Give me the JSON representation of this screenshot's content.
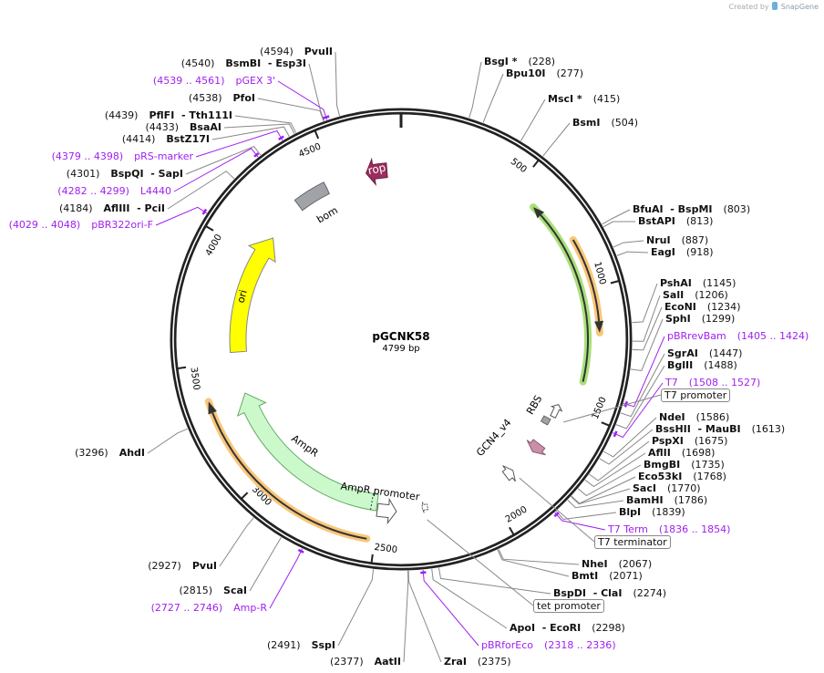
{
  "header": {
    "created_by": "Created by",
    "brand": "SnapGene"
  },
  "plasmid": {
    "name": "pGCNK58",
    "length_label": "4799 bp",
    "length": 4799
  },
  "colors": {
    "ring": "#222222",
    "primer": "#a020f0",
    "ori": "#ffff00",
    "ampr": "#ccf9cc",
    "rop": "#9b2d5f",
    "bom": "#a0a4a8",
    "gcn4": "#c98fa8",
    "orange_highlight": "#f9c77a",
    "green_highlight": "#a8e07a"
  },
  "tick_labels": [
    "500",
    "1000",
    "1500",
    "2000",
    "2500",
    "3000",
    "3500",
    "4000",
    "4500"
  ],
  "enzymes": [
    {
      "name": "BsgI *",
      "pos": "228"
    },
    {
      "name": "Bpu10I",
      "pos": "277"
    },
    {
      "name": "MscI *",
      "pos": "415"
    },
    {
      "name": "BsmI",
      "pos": "504"
    },
    {
      "name": "BfuAI  - BspMI",
      "pos": "803"
    },
    {
      "name": "BstAPI",
      "pos": "813"
    },
    {
      "name": "NruI",
      "pos": "887"
    },
    {
      "name": "EagI",
      "pos": "918"
    },
    {
      "name": "PshAI",
      "pos": "1145"
    },
    {
      "name": "SalI",
      "pos": "1206"
    },
    {
      "name": "EcoNI",
      "pos": "1234"
    },
    {
      "name": "SphI",
      "pos": "1299"
    },
    {
      "name": "SgrAI",
      "pos": "1447"
    },
    {
      "name": "BglII",
      "pos": "1488"
    },
    {
      "name": "NdeI",
      "pos": "1586"
    },
    {
      "name": "BssHII  - MauBI",
      "pos": "1613"
    },
    {
      "name": "PspXI",
      "pos": "1675"
    },
    {
      "name": "AflII",
      "pos": "1698"
    },
    {
      "name": "BmgBI",
      "pos": "1735"
    },
    {
      "name": "Eco53kI",
      "pos": "1768"
    },
    {
      "name": "SacI",
      "pos": "1770"
    },
    {
      "name": "BamHI",
      "pos": "1786"
    },
    {
      "name": "BlpI",
      "pos": "1839"
    },
    {
      "name": "NheI",
      "pos": "2067"
    },
    {
      "name": "BmtI",
      "pos": "2071"
    },
    {
      "name": "BspDI  - ClaI",
      "pos": "2274"
    },
    {
      "name": "ApoI  - EcoRI",
      "pos": "2298"
    },
    {
      "name": "ZraI",
      "pos": "2375"
    },
    {
      "name": "AatII",
      "pos": "2377"
    },
    {
      "name": "SspI",
      "pos": "2491"
    },
    {
      "name": "ScaI",
      "pos": "2815"
    },
    {
      "name": "PvuI",
      "pos": "2927"
    },
    {
      "name": "AhdI",
      "pos": "3296"
    },
    {
      "name": "AflIII  - PciI",
      "pos": "4184"
    },
    {
      "name": "BspQI  - SapI",
      "pos": "4301"
    },
    {
      "name": "BstZ17I",
      "pos": "4414"
    },
    {
      "name": "BsaAI",
      "pos": "4433"
    },
    {
      "name": "PflFI  - Tth111I",
      "pos": "4439"
    },
    {
      "name": "PfoI",
      "pos": "4538"
    },
    {
      "name": "BsmBI  - Esp3I",
      "pos": "4540"
    },
    {
      "name": "PvuII",
      "pos": "4594"
    }
  ],
  "primers": [
    {
      "name": "pGEX 3'",
      "range": "4539 .. 4561"
    },
    {
      "name": "pRS-marker",
      "range": "4379 .. 4398"
    },
    {
      "name": "L4440",
      "range": "4282 .. 4299"
    },
    {
      "name": "pBR322ori-F",
      "range": "4029 .. 4048"
    },
    {
      "name": "Amp-R",
      "range": "2727 .. 2746"
    },
    {
      "name": "pBRforEco",
      "range": "2318 .. 2336"
    },
    {
      "name": "T7 Term",
      "range": "1836 .. 1854"
    },
    {
      "name": "T7",
      "range": "1508 .. 1527"
    },
    {
      "name": "pBRrevBam",
      "range": "1405 .. 1424"
    }
  ],
  "boxed_features": [
    {
      "name": "T7 promoter"
    },
    {
      "name": "T7 terminator"
    },
    {
      "name": "tet promoter"
    }
  ],
  "features": {
    "rop": "rop",
    "bom": "bom",
    "ori": "ori",
    "ampr": "AmpR",
    "ampr_promoter": "AmpR promoter",
    "rbs": "RBS",
    "gcn4": "GCN4_v4"
  }
}
